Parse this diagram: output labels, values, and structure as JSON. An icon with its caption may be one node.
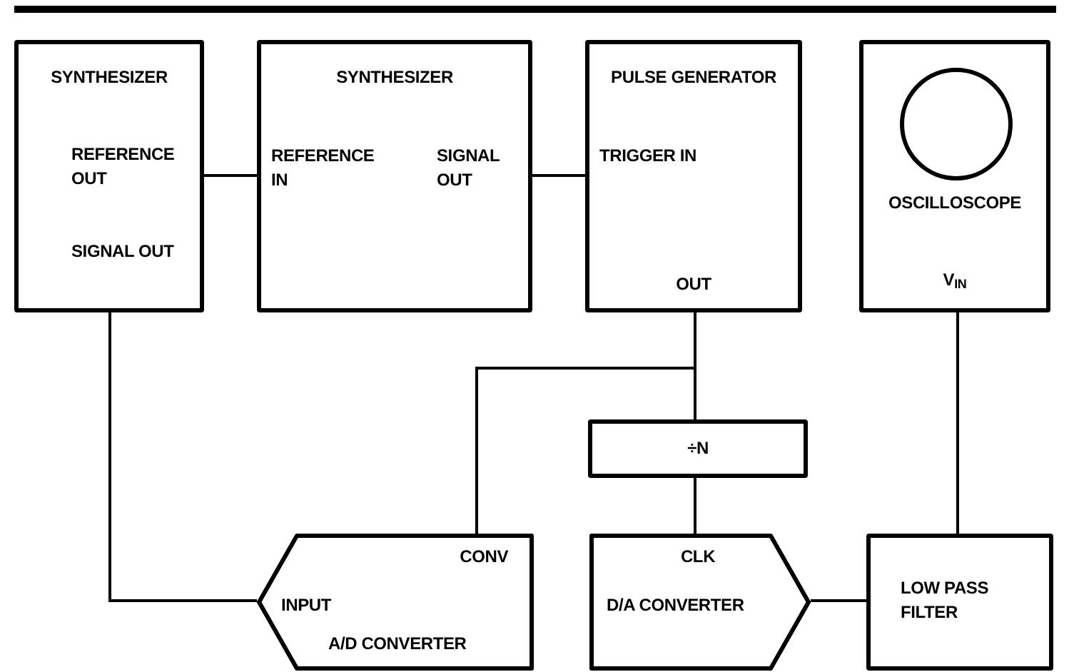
{
  "diagram": {
    "nodes": [
      {
        "text": [
          "SYNTHESIZER",
          "REFERENCE OUT",
          "SIGNAL OUT"
        ]
      },
      {
        "text": [
          "SYNTHESIZER",
          "REFERENCE IN",
          "SIGNAL OUT"
        ]
      },
      {
        "text": [
          "PULSE GENERATOR",
          "TRIGGER IN",
          "OUT"
        ]
      },
      {
        "text": [
          "OSCILLOSCOPE",
          "V$_{IN}$"
        ]
      },
      {
        "text": [
          "÷N"
        ]
      },
      {
        "text": [
          "CONV",
          "INPUT",
          "A/D CONVERTER"
        ]
      },
      {
        "text": [
          "CLK",
          "D/A CONVERTER"
        ]
      },
      {
        "text": [
          "LOW PASS FILTER"
        ]
      }
    ],
    "edges": [
      {
        "from": 0,
        "to": 1,
        "arrow": "none"
      },
      {
        "from": 1,
        "to": 2,
        "arrow": "none"
      },
      {
        "from": 2,
        "to": 4,
        "arrow": "none"
      },
      {
        "from": 2,
        "to": 5,
        "arrow": "none"
      },
      {
        "from": 4,
        "to": 6,
        "arrow": "none"
      },
      {
        "from": 0,
        "to": 5,
        "arrow": "none"
      },
      {
        "from": 6,
        "to": 7,
        "arrow": "none"
      },
      {
        "from": 7,
        "to": 3,
        "arrow": "none"
      }
    ]
  }
}
